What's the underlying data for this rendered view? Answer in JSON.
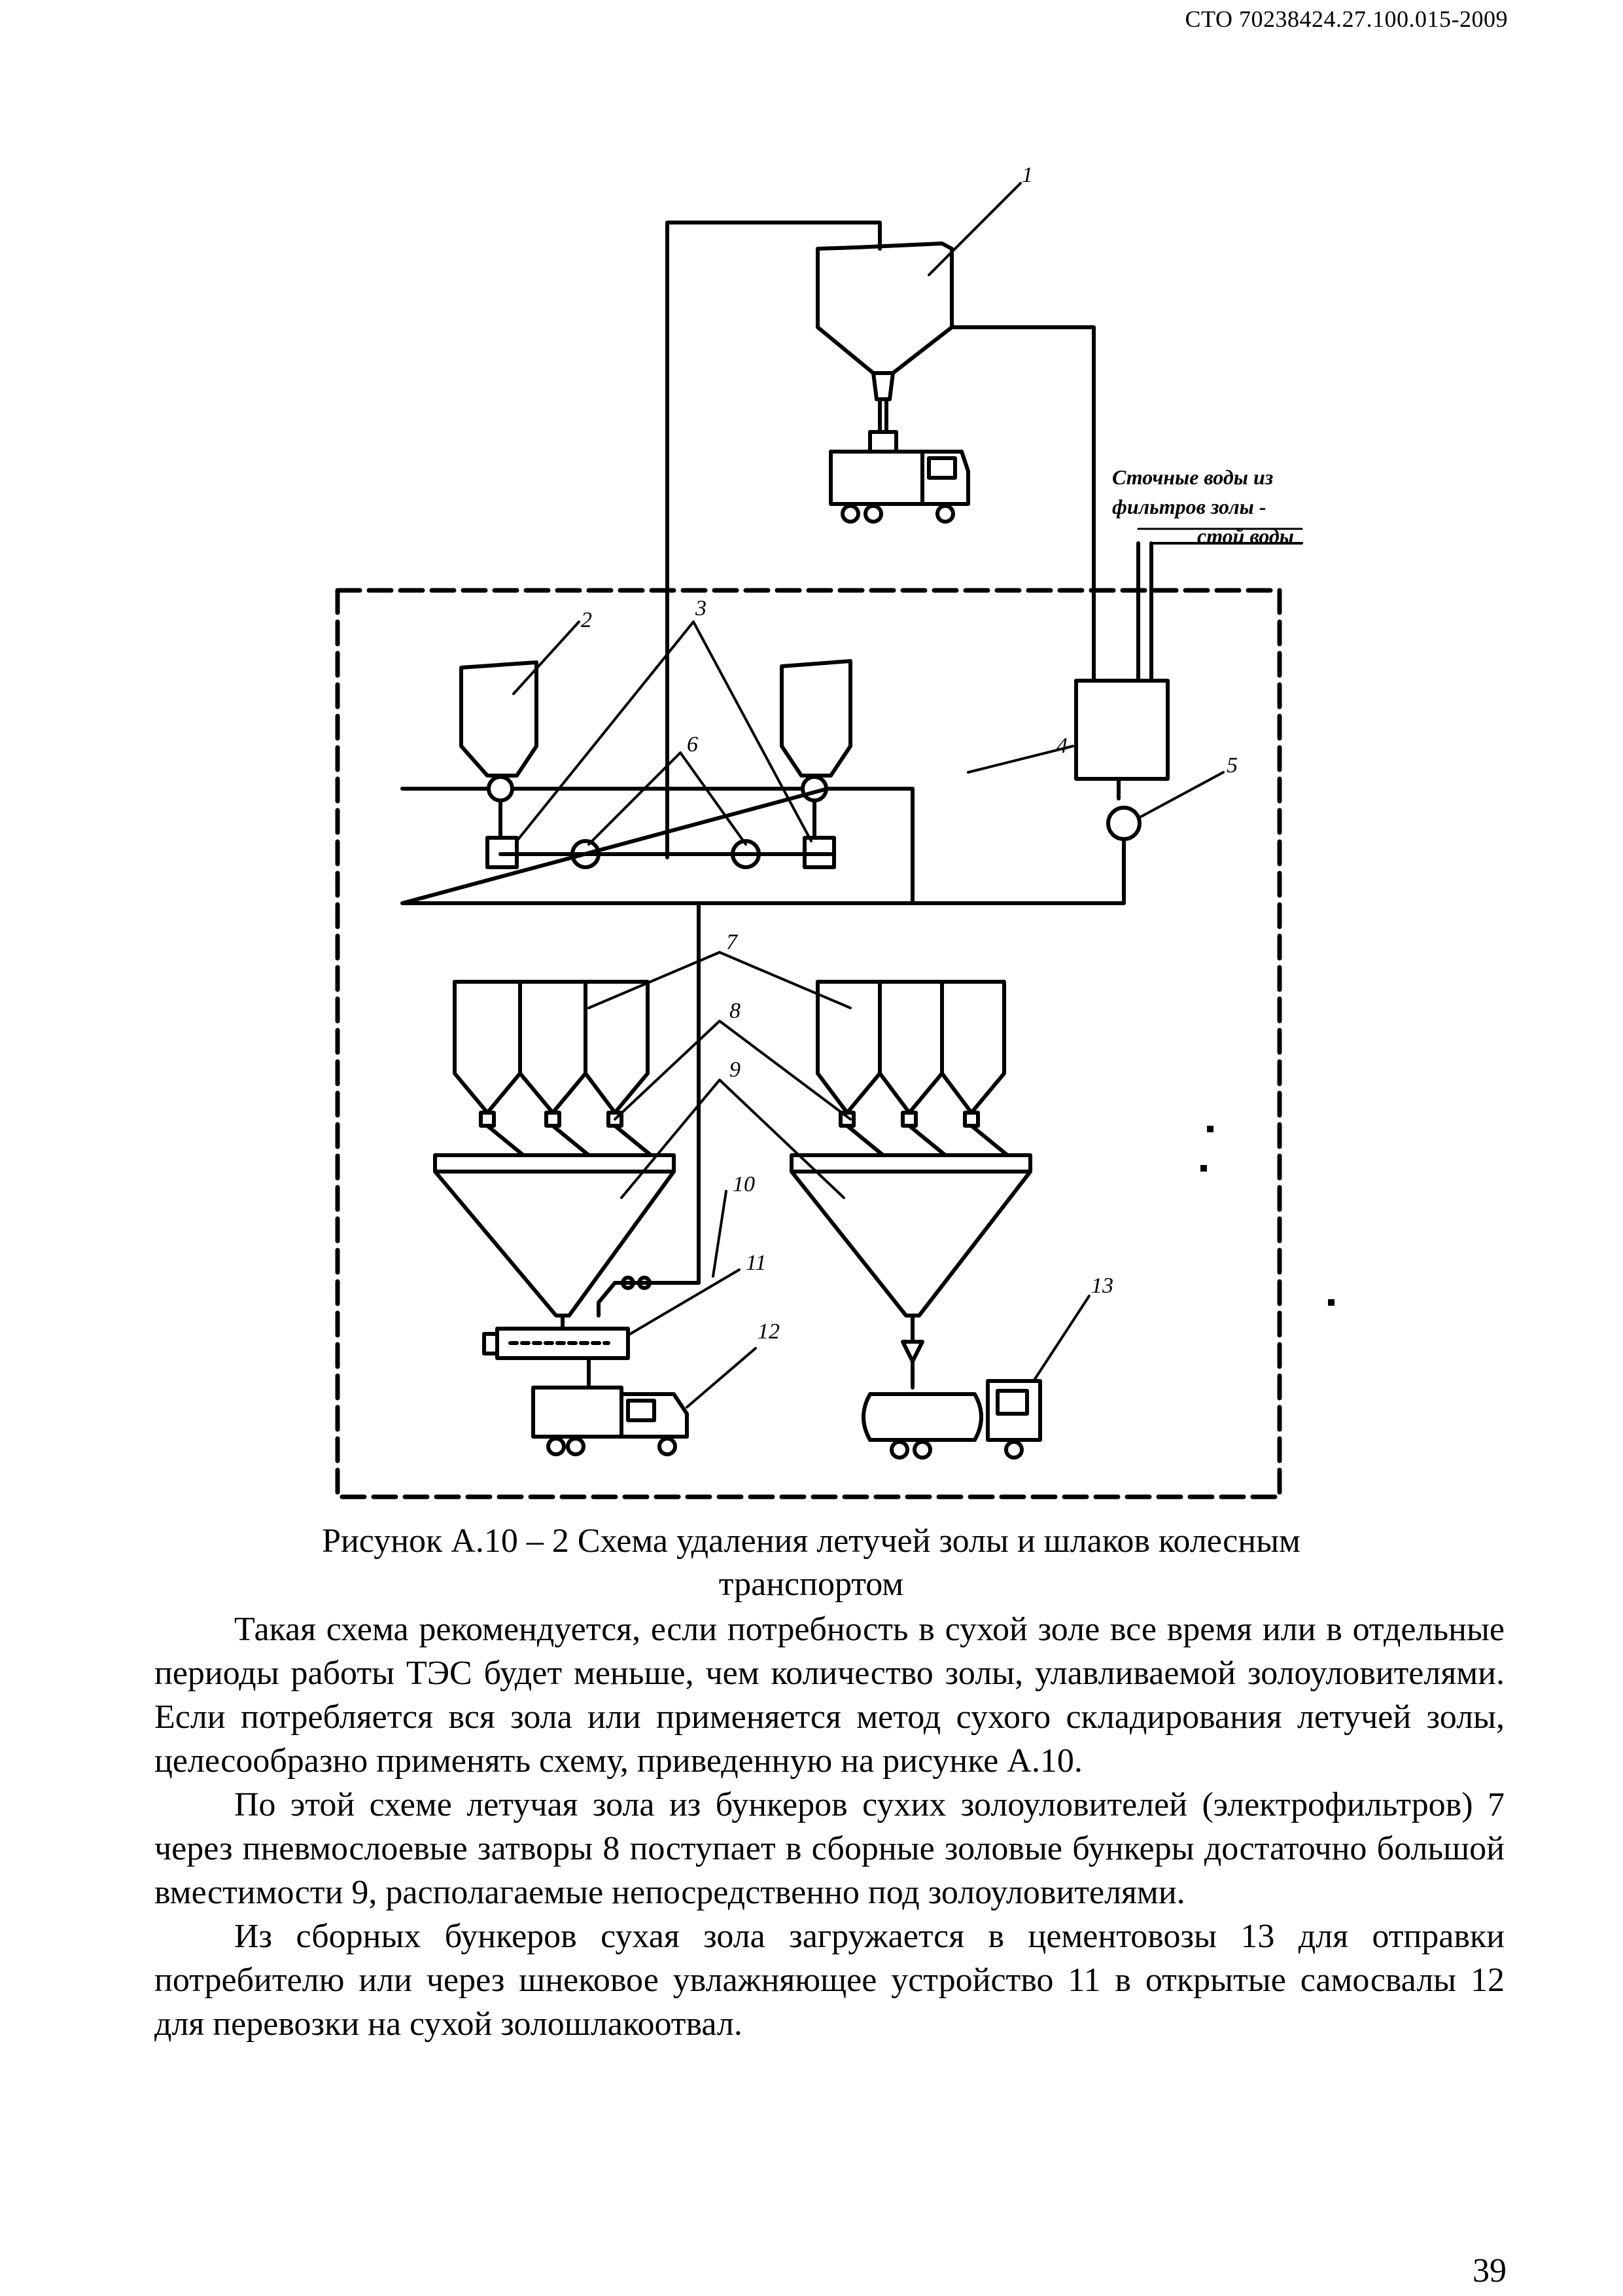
{
  "header": {
    "doc_code": "СТО 70238424.27.100.015-2009"
  },
  "figure": {
    "callouts": [
      "1",
      "2",
      "3",
      "4",
      "5",
      "6",
      "7",
      "8",
      "9",
      "10",
      "11",
      "12",
      "13"
    ],
    "note_lines": [
      "Сточные воды из",
      "фильтров золы -",
      "стой воды"
    ]
  },
  "caption": {
    "line1": "Рисунок А.10 – 2 Схема удаления летучей золы и шлаков колесным",
    "line2": "транспортом"
  },
  "paragraphs": [
    "Такая схема рекомендуется, если потребность в сухой золе все время или в отдельные периоды работы ТЭС будет меньше, чем количество золы, улавливаемой золоуловителями. Если потребляется вся зола или применяется метод сухого складирования летучей золы, целесообразно применять схему, приведенную на рисунке А.10.",
    "По этой схеме летучая зола из бункеров сухих золоуловителей (электрофильтров) 7 через пневмослоевые затворы 8 поступает в сборные золовые бункеры достаточно большой вместимости 9, располагаемые непосредственно под золоуловителями.",
    "Из сборных бункеров сухая зола загружается в цементовозы 13 для отправки потребителю или через шнековое увлажняющее устройство 11 в открытые самосвалы 12 для перевозки на сухой золошлакоотвал."
  ],
  "page_number": "39"
}
